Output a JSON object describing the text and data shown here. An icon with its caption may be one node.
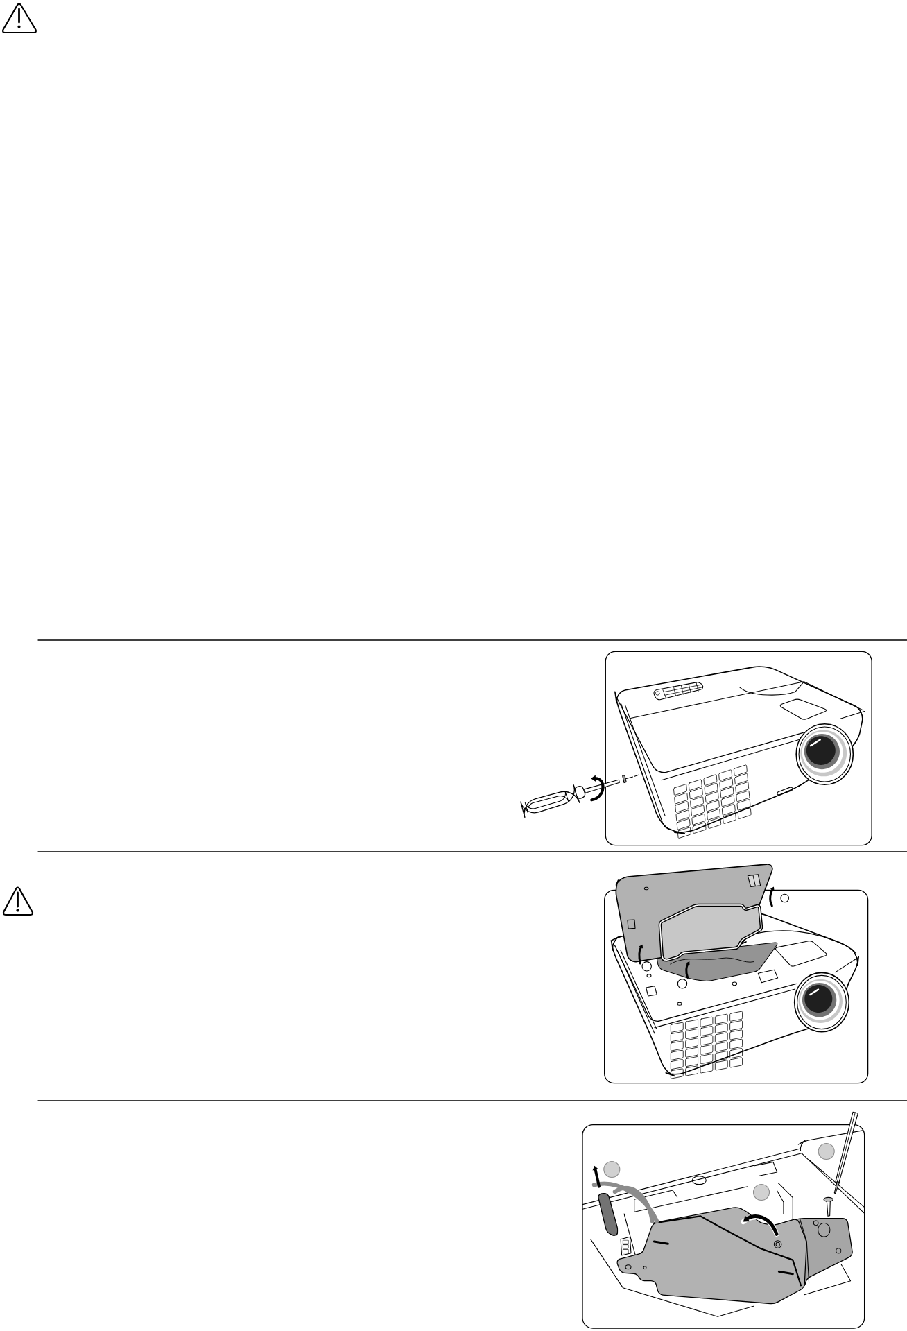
{
  "diagram": {
    "nodes": [
      {
        "text": [],
        "shape": "circle"
      },
      {
        "text": [],
        "shape": "circle"
      },
      {
        "text": [],
        "shape": "circle"
      },
      {
        "text": [],
        "shape": "circle"
      },
      {
        "text": [],
        "shape": "circle"
      },
      {
        "text": [],
        "shape": "circle"
      }
    ]
  }
}
